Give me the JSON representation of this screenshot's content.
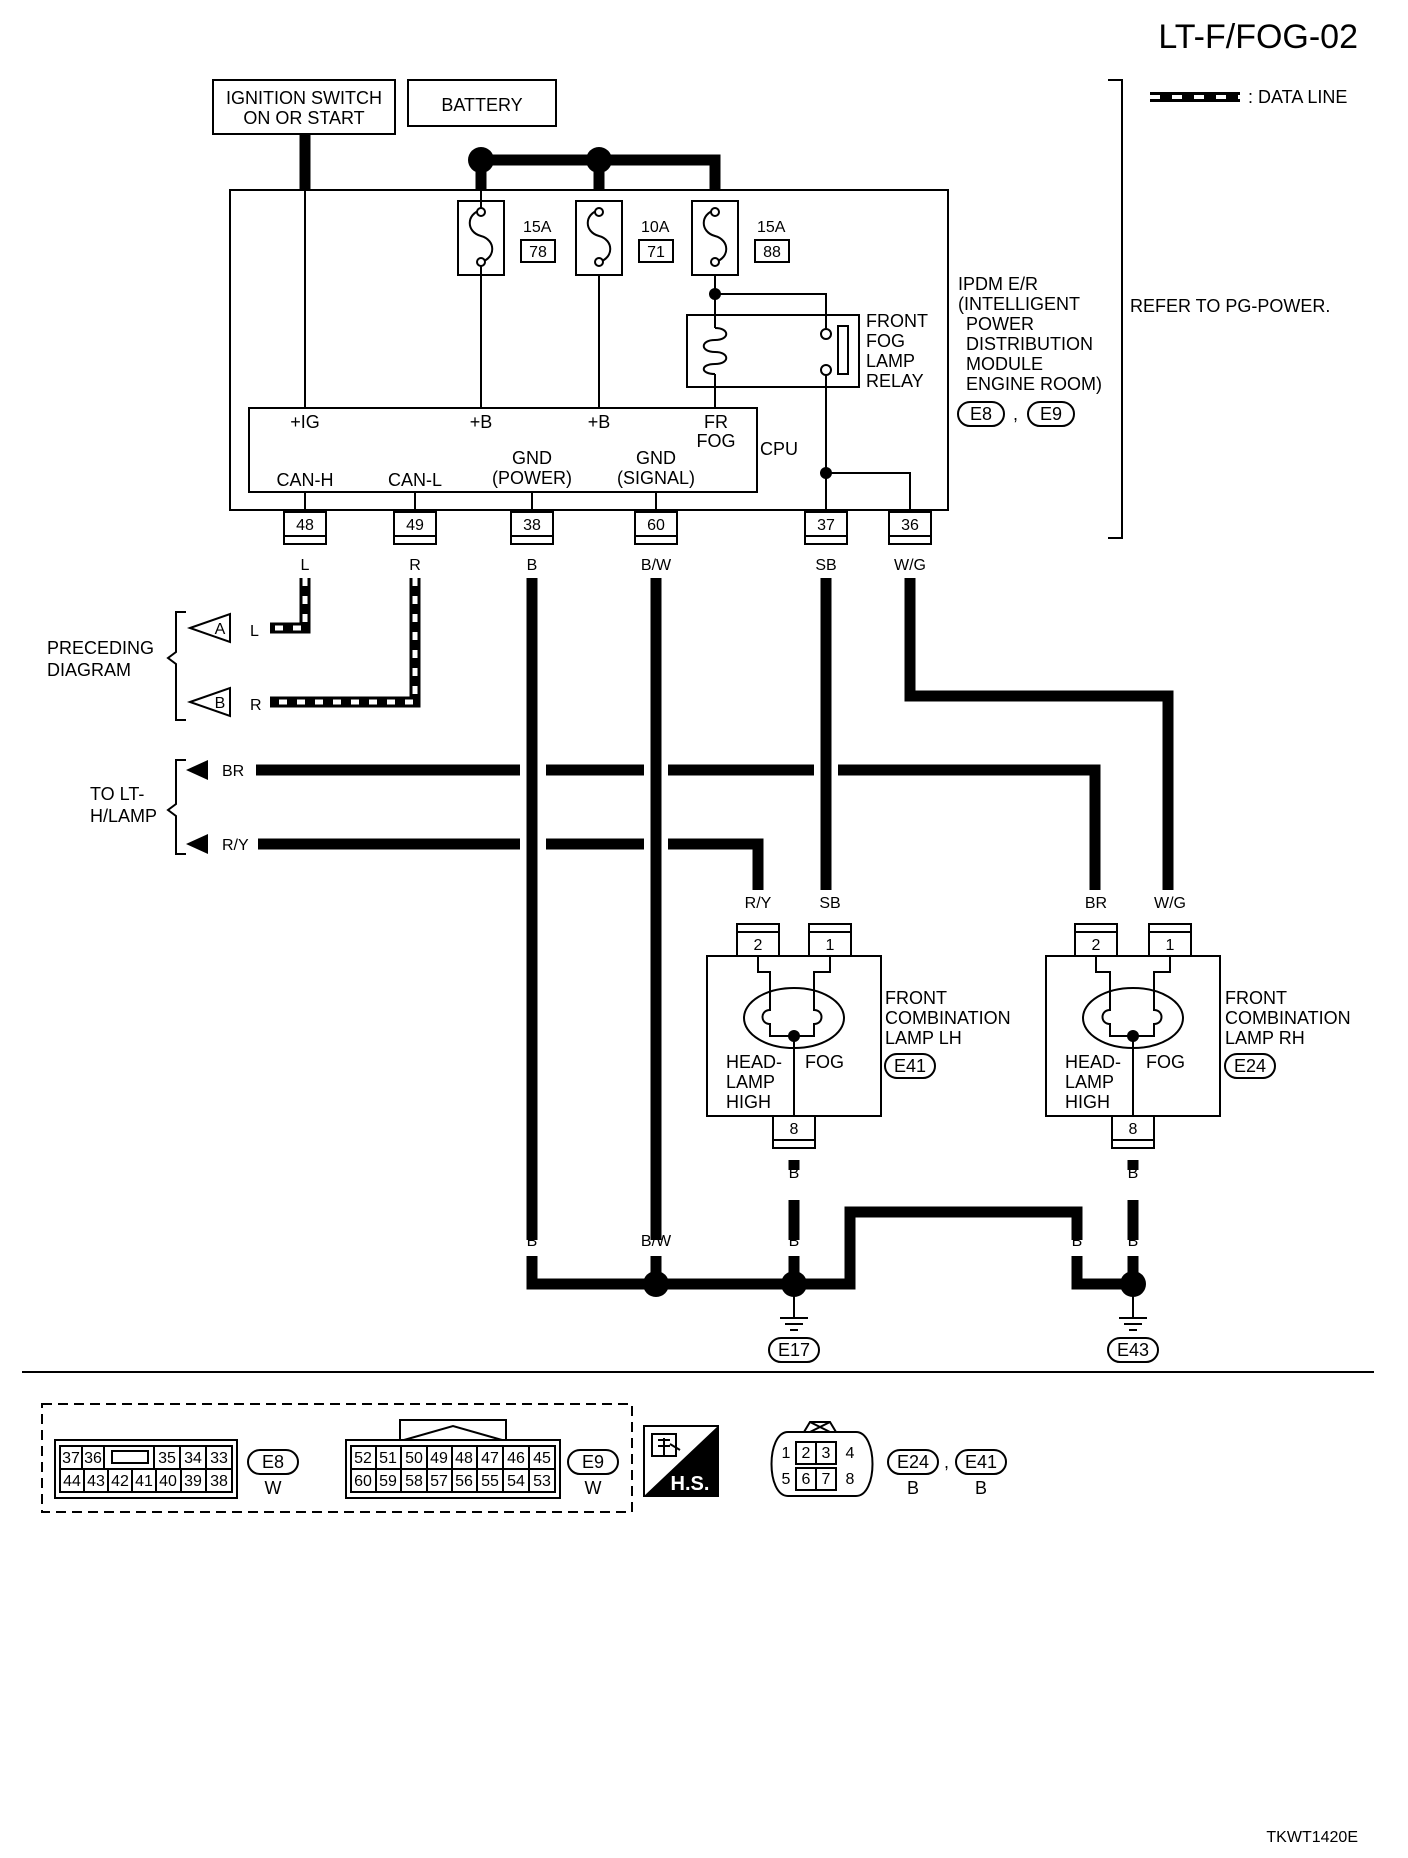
{
  "page_code": "LT-F/FOG-02",
  "legend": {
    "data_line": ": DATA LINE"
  },
  "ignition": {
    "line1": "IGNITION SWITCH",
    "line2": "ON OR START"
  },
  "battery": "BATTERY",
  "fuses": [
    {
      "amp": "15A",
      "num": "78"
    },
    {
      "amp": "10A",
      "num": "71"
    },
    {
      "amp": "15A",
      "num": "88"
    }
  ],
  "relay": {
    "line1": "FRONT",
    "line2": "FOG",
    "line3": "LAMP",
    "line4": "RELAY"
  },
  "ipdm": {
    "line1": "IPDM E/R",
    "line2": "(INTELLIGENT",
    "line3": "POWER",
    "line4": "DISTRIBUTION",
    "line5": "MODULE",
    "line6": "ENGINE ROOM)",
    "conn1": "E8",
    "conn2": "E9",
    "sep": ","
  },
  "refer": "REFER TO PG-POWER.",
  "cpu": {
    "label": "CPU",
    "ig": "+IG",
    "b1": "+B",
    "b2": "+B",
    "frfog1": "FR",
    "frfog2": "FOG",
    "canh": "CAN-H",
    "canl": "CAN-L",
    "gndp1": "GND",
    "gndp2": "(POWER)",
    "gnds1": "GND",
    "gnds2": "(SIGNAL)"
  },
  "pins": [
    "48",
    "49",
    "38",
    "60",
    "37",
    "36"
  ],
  "wire_colors": {
    "p48": "L",
    "p49": "R",
    "p38": "B",
    "p60": "B/W",
    "p37": "SB",
    "p36": "W/G",
    "lh_2": "R/Y",
    "lh_1": "SB",
    "rh_2": "BR",
    "rh_1": "W/G",
    "lh_8": "B",
    "rh_8": "B",
    "g_b1": "B",
    "g_bw": "B/W",
    "g_b2": "B",
    "g_b3": "B",
    "g_b4": "B",
    "g_b5": "B"
  },
  "preceding": {
    "line1": "PRECEDING",
    "line2": "DIAGRAM",
    "a": "A",
    "b": "B",
    "l": "L",
    "r": "R"
  },
  "to_lt": {
    "line1": "TO LT-",
    "line2": "H/LAMP",
    "br": "BR",
    "ry": "R/Y"
  },
  "lamp_lh": {
    "pin2": "2",
    "pin1": "1",
    "pin8": "8",
    "head1": "HEAD-",
    "head2": "LAMP",
    "head3": "HIGH",
    "fog": "FOG",
    "name1": "FRONT",
    "name2": "COMBINATION",
    "name3": "LAMP LH",
    "conn": "E41"
  },
  "lamp_rh": {
    "pin2": "2",
    "pin1": "1",
    "pin8": "8",
    "head1": "HEAD-",
    "head2": "LAMP",
    "head3": "HIGH",
    "fog": "FOG",
    "name1": "FRONT",
    "name2": "COMBINATION",
    "name3": "LAMP RH",
    "conn": "E24"
  },
  "grounds": {
    "g1": "E17",
    "g2": "E43"
  },
  "connectors": {
    "e8_top": [
      "37",
      "36",
      "",
      "35",
      "34",
      "33"
    ],
    "e8_bot": [
      "44",
      "43",
      "42",
      "41",
      "40",
      "39",
      "38"
    ],
    "e8_name": "E8",
    "e8_color": "W",
    "e9_top": [
      "52",
      "51",
      "50",
      "49",
      "48",
      "47",
      "46",
      "45"
    ],
    "e9_bot": [
      "60",
      "59",
      "58",
      "57",
      "56",
      "55",
      "54",
      "53"
    ],
    "e9_name": "E9",
    "e9_color": "W",
    "hs": "H.S.",
    "lamp_top": [
      "1",
      "2",
      "3",
      "4"
    ],
    "lamp_bot": [
      "5",
      "6",
      "7",
      "8"
    ],
    "lamp_names": [
      "E24",
      "E41"
    ],
    "lamp_colors": [
      "B",
      "B"
    ],
    "sep": ","
  },
  "footer_code": "TKWT1420E"
}
